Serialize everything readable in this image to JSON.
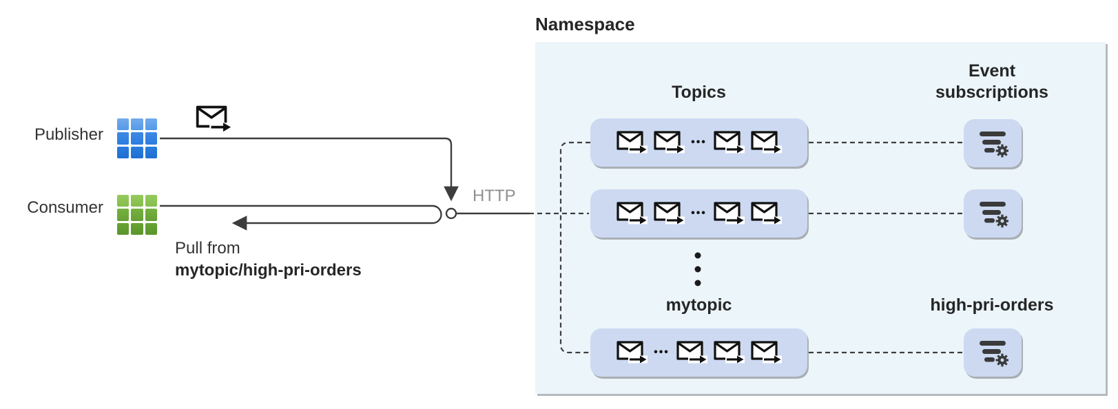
{
  "left_panel": {
    "publisher_label": "Publisher",
    "consumer_label": "Consumer",
    "pull_from_line1": "Pull from",
    "pull_from_line2": "mytopic/high-pri-orders"
  },
  "connector": {
    "http_label": "HTTP"
  },
  "namespace": {
    "title": "Namespace",
    "topics_heading": "Topics",
    "event_subscriptions_line1": "Event",
    "event_subscriptions_line2": "subscriptions",
    "topic3_label": "mytopic",
    "subscription3_label": "high-pri-orders",
    "envelope_dots": "•••"
  },
  "colors": {
    "namespace_bg": "#ecf5fa",
    "box_fill": "#ccd9f1",
    "box_shadow": "#aaafb5",
    "line": "#3d3d3d",
    "http_text": "#8f8f8f",
    "text": "#333333",
    "publisher_icon_blue": [
      "#64a0e8",
      "#2f80e2",
      "#2374da"
    ],
    "consumer_icon_green": [
      "#8ec455",
      "#6fae3a",
      "#63a030"
    ]
  }
}
